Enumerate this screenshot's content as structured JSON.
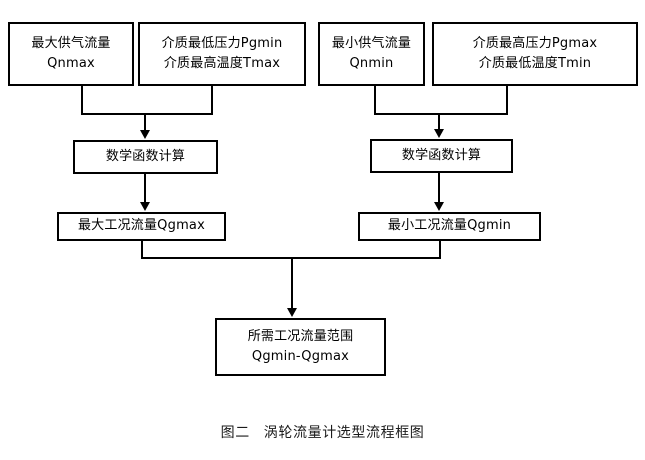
{
  "figure": {
    "caption_label": "图二",
    "caption_text": "涡轮流量计选型流程框图",
    "background_color": "#ffffff",
    "line_color": "#000000",
    "text_color": "#000000"
  },
  "nodes": {
    "qnmax": {
      "line1": "最大供气流量",
      "line2": "Qnmax"
    },
    "pgmin": {
      "line1": "介质最低压力Pgmin",
      "line2": "介质最高温度Tmax"
    },
    "qnmin": {
      "line1": "最小供气流量",
      "line2": "Qnmin"
    },
    "pgmax": {
      "line1": "介质最高压力Pgmax",
      "line2": "介质最低温度Tmin"
    },
    "calc_left": {
      "line1": "数学函数计算"
    },
    "calc_right": {
      "line1": "数学函数计算"
    },
    "qgmax": {
      "line1": "最大工况流量Qgmax"
    },
    "qgmin": {
      "line1": "最小工况流量Qgmin"
    },
    "range": {
      "line1": "所需工况流量范围",
      "line2": "Qgmin-Qgmax"
    }
  },
  "chart_data": {
    "type": "diagram",
    "title": "涡轮流量计选型流程框图",
    "nodes": [
      {
        "id": "qnmax",
        "label": "最大供气流量 Qnmax",
        "row": 1
      },
      {
        "id": "pgmin",
        "label": "介质最低压力Pgmin 介质最高温度Tmax",
        "row": 1
      },
      {
        "id": "qnmin",
        "label": "最小供气流量 Qnmin",
        "row": 1
      },
      {
        "id": "pgmax",
        "label": "介质最高压力Pgmax 介质最低温度Tmin",
        "row": 1
      },
      {
        "id": "calc_left",
        "label": "数学函数计算",
        "row": 2
      },
      {
        "id": "calc_right",
        "label": "数学函数计算",
        "row": 2
      },
      {
        "id": "qgmax",
        "label": "最大工况流量Qgmax",
        "row": 3
      },
      {
        "id": "qgmin",
        "label": "最小工况流量Qgmin",
        "row": 3
      },
      {
        "id": "range",
        "label": "所需工况流量范围 Qgmin-Qgmax",
        "row": 4
      }
    ],
    "edges": [
      {
        "from": "qnmax",
        "to": "calc_left",
        "style": "merge-arrow"
      },
      {
        "from": "pgmin",
        "to": "calc_left",
        "style": "merge-arrow"
      },
      {
        "from": "qnmin",
        "to": "calc_right",
        "style": "merge-arrow"
      },
      {
        "from": "pgmax",
        "to": "calc_right",
        "style": "merge-arrow"
      },
      {
        "from": "calc_left",
        "to": "qgmax",
        "style": "arrow"
      },
      {
        "from": "calc_right",
        "to": "qgmin",
        "style": "arrow"
      },
      {
        "from": "qgmax",
        "to": "range",
        "style": "merge-arrow"
      },
      {
        "from": "qgmin",
        "to": "range",
        "style": "merge-arrow"
      }
    ]
  }
}
